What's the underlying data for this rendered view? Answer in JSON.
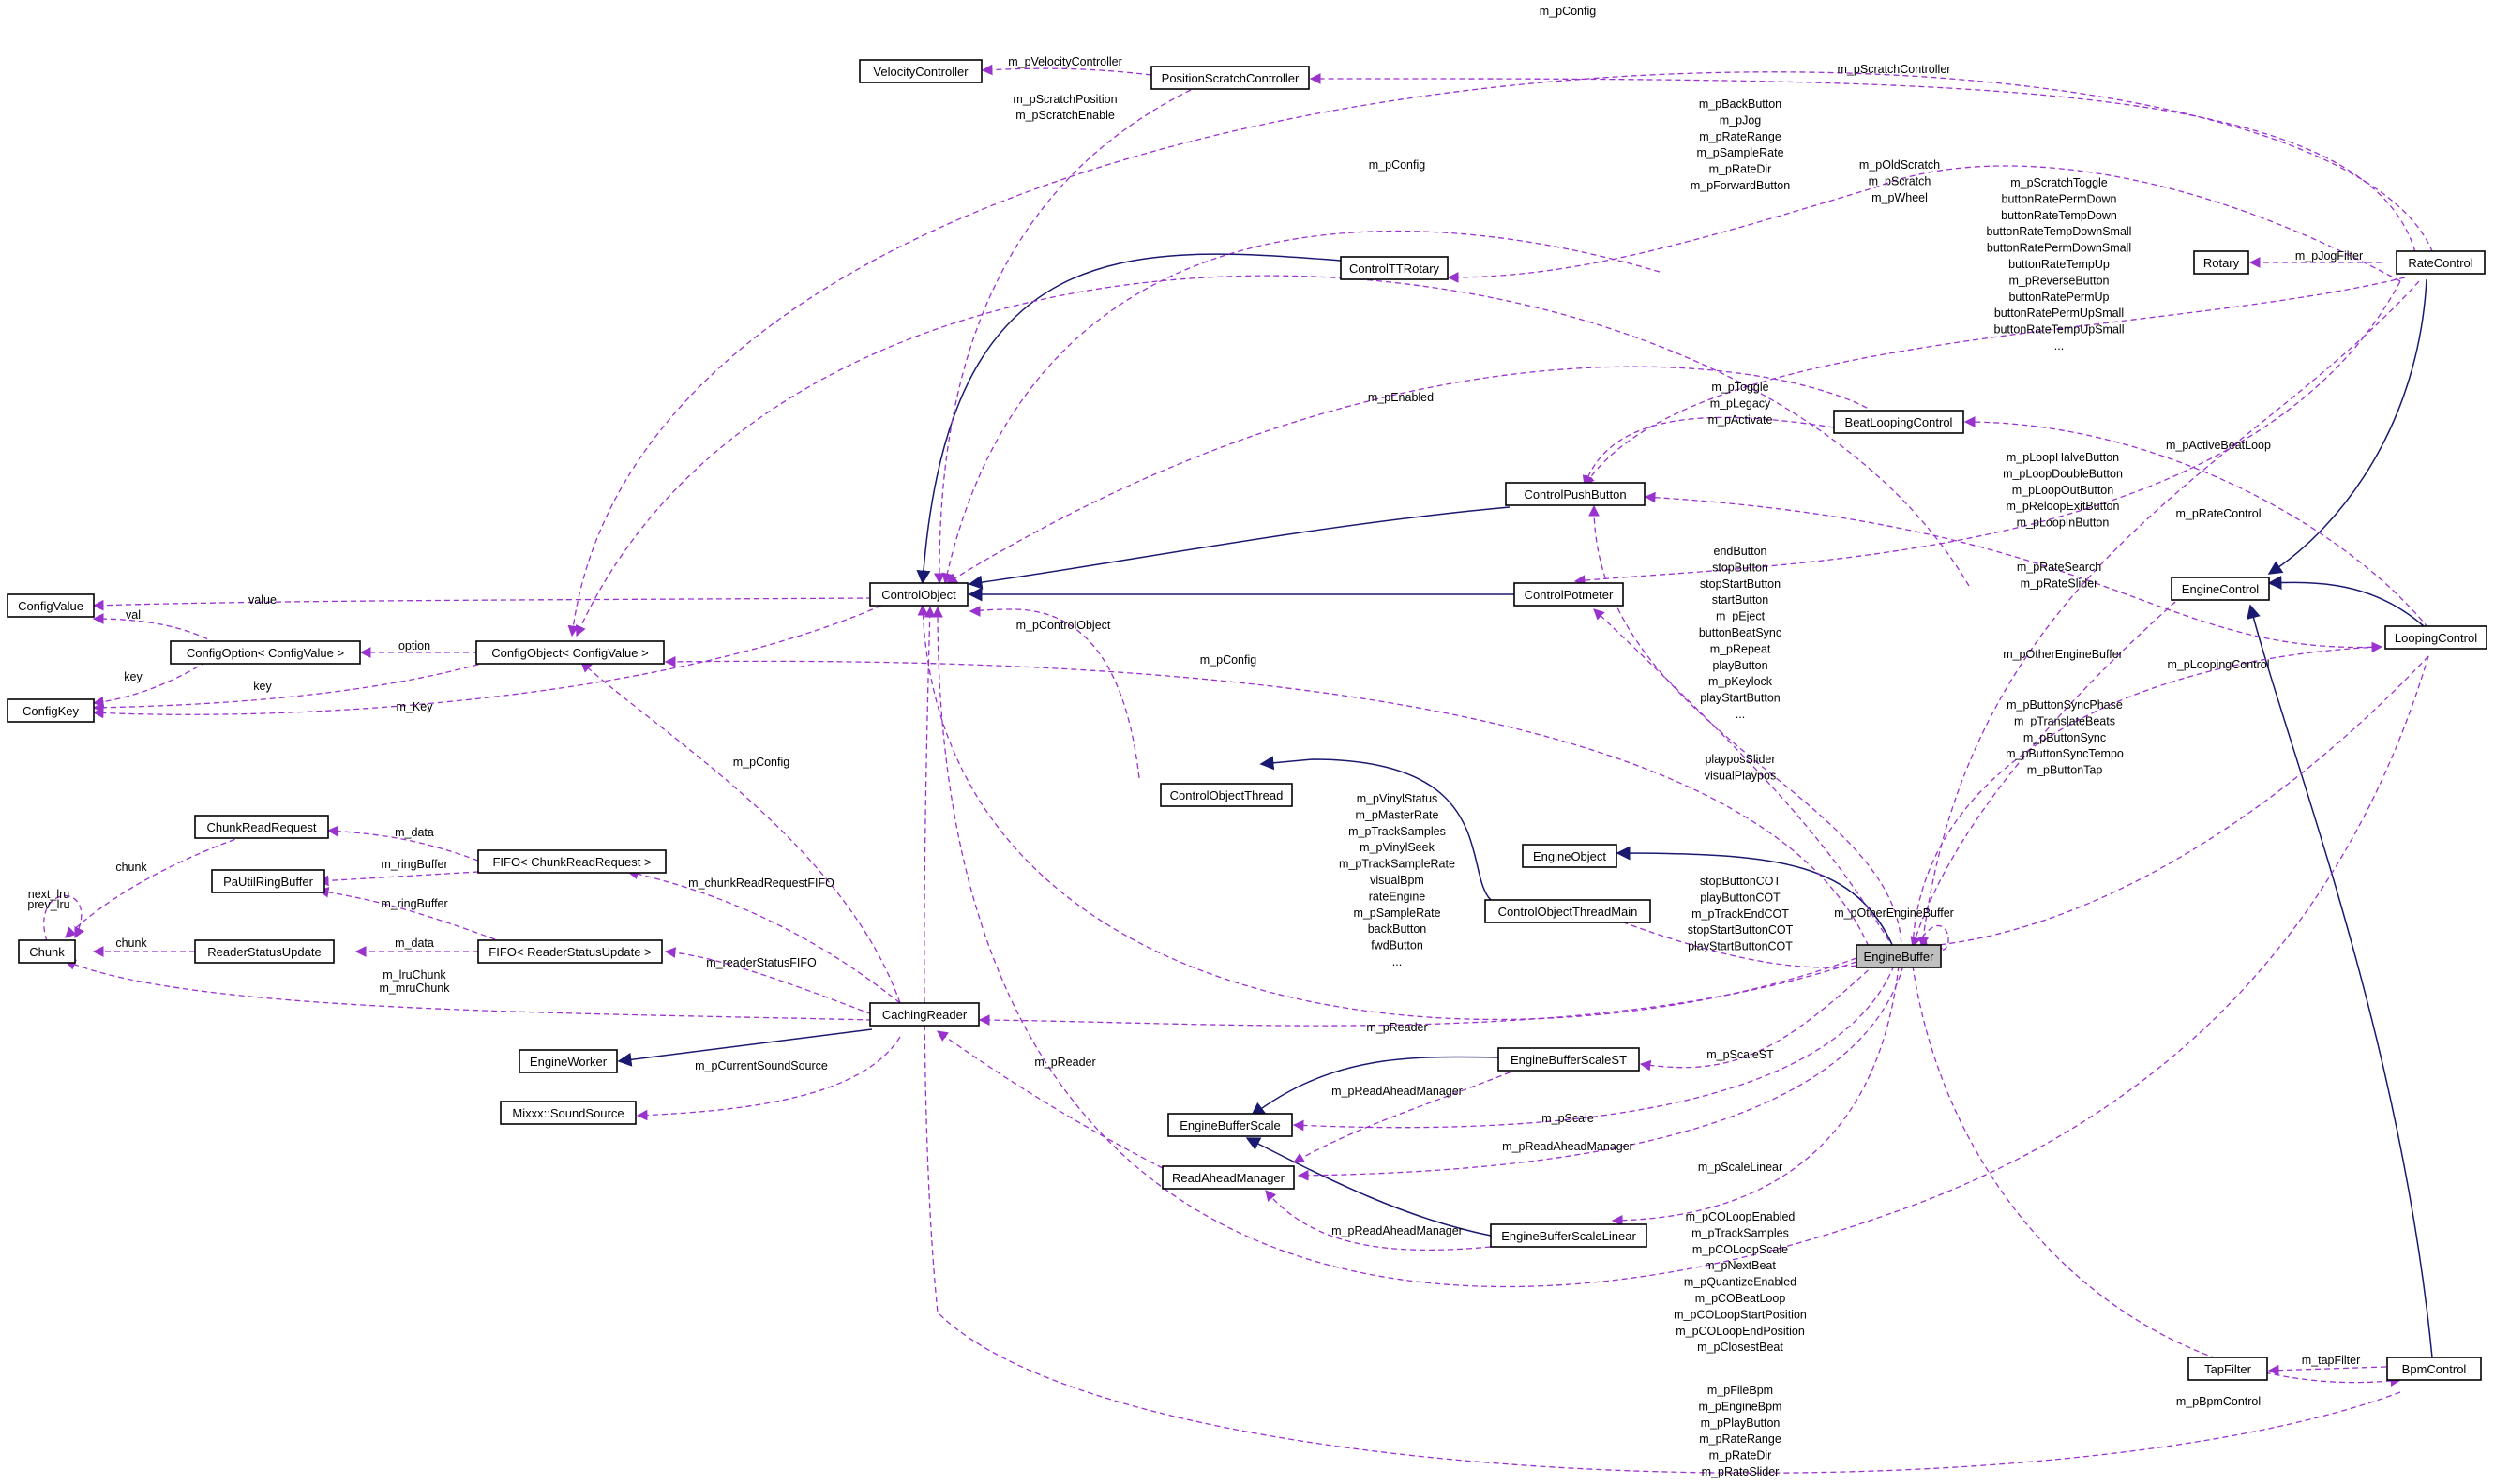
{
  "nodes": [
    {
      "id": "velocity",
      "label": "VelocityController"
    },
    {
      "id": "posscratch",
      "label": "PositionScratchController"
    },
    {
      "id": "ttrotary",
      "label": "ControlTTRotary"
    },
    {
      "id": "rotary",
      "label": "Rotary"
    },
    {
      "id": "ratecontrol",
      "label": "RateControl"
    },
    {
      "id": "beatloop",
      "label": "BeatLoopingControl"
    },
    {
      "id": "pushbutton",
      "label": "ControlPushButton"
    },
    {
      "id": "controlobject",
      "label": "ControlObject"
    },
    {
      "id": "potmeter",
      "label": "ControlPotmeter"
    },
    {
      "id": "enginecontrol",
      "label": "EngineControl"
    },
    {
      "id": "loopingcontrol",
      "label": "LoopingControl"
    },
    {
      "id": "configvalue",
      "label": "ConfigValue"
    },
    {
      "id": "configoption",
      "label": "ConfigOption< ConfigValue >"
    },
    {
      "id": "configobject",
      "label": "ConfigObject< ConfigValue >"
    },
    {
      "id": "configkey",
      "label": "ConfigKey"
    },
    {
      "id": "cothread",
      "label": "ControlObjectThread"
    },
    {
      "id": "chunkreadreq",
      "label": "ChunkReadRequest"
    },
    {
      "id": "fifochunk",
      "label": "FIFO< ChunkReadRequest >"
    },
    {
      "id": "paring",
      "label": "PaUtilRingBuffer"
    },
    {
      "id": "engineobject",
      "label": "EngineObject"
    },
    {
      "id": "cothreadmain",
      "label": "ControlObjectThreadMain"
    },
    {
      "id": "chunk",
      "label": "Chunk"
    },
    {
      "id": "rsupdate",
      "label": "ReaderStatusUpdate"
    },
    {
      "id": "fiforeader",
      "label": "FIFO< ReaderStatusUpdate >"
    },
    {
      "id": "enginebuffer",
      "label": "EngineBuffer"
    },
    {
      "id": "cachingreader",
      "label": "CachingReader"
    },
    {
      "id": "engineworker",
      "label": "EngineWorker"
    },
    {
      "id": "scalest",
      "label": "EngineBufferScaleST"
    },
    {
      "id": "soundsource",
      "label": "Mixxx::SoundSource"
    },
    {
      "id": "scale",
      "label": "EngineBufferScale"
    },
    {
      "id": "readahead",
      "label": "ReadAheadManager"
    },
    {
      "id": "scalelinear",
      "label": "EngineBufferScaleLinear"
    },
    {
      "id": "tapfilter",
      "label": "TapFilter"
    },
    {
      "id": "bpmcontrol",
      "label": "BpmControl"
    }
  ],
  "edge_labels": {
    "config_top": "m_pConfig",
    "scratch_controller": "m_pScratchController",
    "velocity_controller": "m_pVelocityController",
    "scratch_pos": [
      "m_pScratchPosition",
      "m_pScratchEnable"
    ],
    "ttrotary_members": [
      "m_pBackButton",
      "m_pJog",
      "m_pRateRange",
      "m_pSampleRate",
      "m_pRateDir",
      "m_pForwardButton"
    ],
    "config_mid": "m_pConfig",
    "old_scratch": [
      "m_pOldScratch",
      "m_pScratch",
      "m_pWheel"
    ],
    "rate_buttons": [
      "m_pScratchToggle",
      "buttonRatePermDown",
      "buttonRateTempDown",
      "buttonRateTempDownSmall",
      "buttonRatePermDownSmall",
      "buttonRateTempUp",
      "m_pReverseButton",
      "buttonRatePermUp",
      "buttonRatePermUpSmall",
      "buttonRateTempUpSmall",
      "..."
    ],
    "jog_filter": "m_pJogFilter",
    "enabled": "m_pEnabled",
    "toggle": [
      "m_pToggle",
      "m_pLegacy",
      "m_pActivate"
    ],
    "active_beatloop": "m_pActiveBeatLoop",
    "loop_buttons": [
      "m_pLoopHalveButton",
      "m_pLoopDoubleButton",
      "m_pLoopOutButton",
      "m_pReloopExitButton",
      "m_pLoopInButton"
    ],
    "rate_control": "m_pRateControl",
    "rate_search": [
      "m_pRateSearch",
      "m_pRateSlider"
    ],
    "value": "value",
    "val": "val",
    "option": "option",
    "key1": "key",
    "key2": "key",
    "m_key": "m_Key",
    "control_object": "m_pControlObject",
    "engine_buttons": [
      "endButton",
      "stopButton",
      "stopStartButton",
      "startButton",
      "m_pEject",
      "buttonBeatSync",
      "m_pRepeat",
      "playButton",
      "m_pKeylock",
      "playStartButton",
      "..."
    ],
    "other_engine_buffer": "m_pOtherEngineBuffer",
    "config_low": "m_pConfig",
    "looping_control": "m_pLoopingControl",
    "sync": [
      "m_pButtonSyncPhase",
      "m_pTranslateBeats",
      "m_pButtonSync",
      "m_pButtonSyncTempo",
      "m_pButtonTap"
    ],
    "playpos": [
      "playposSlider",
      "visualPlaypos"
    ],
    "config_cache": "m_pConfig",
    "chunk1": "chunk",
    "m_data1": "m_data",
    "ringbuffer1": "m_ringBuffer",
    "chunk_fifo": "m_chunkReadRequestFIFO",
    "vinyl": [
      "m_pVinylStatus",
      "m_pMasterRate",
      "m_pTrackSamples",
      "m_pVinylSeek",
      "m_pTrackSampleRate",
      "visualBpm",
      "rateEngine",
      "m_pSampleRate",
      "backButton",
      "fwdButton",
      "..."
    ],
    "lru": [
      "next_lru",
      "prev_lru"
    ],
    "ringbuffer2": "m_ringBuffer",
    "chunk2": "chunk",
    "m_data2": "m_data",
    "reader_status": "m_readerStatusFIFO",
    "mru": [
      "m_lruChunk",
      "m_mruChunk"
    ],
    "other_self": "m_pOtherEngineBuffer",
    "cot": [
      "stopButtonCOT",
      "playButtonCOT",
      "m_pTrackEndCOT",
      "stopStartButtonCOT",
      "playStartButtonCOT"
    ],
    "reader1": "m_pReader",
    "sound_source": "m_pCurrentSoundSource",
    "reader2": "m_pReader",
    "scale_st": "m_pScaleST",
    "readahead1": "m_pReadAheadManager",
    "scale": "m_pScale",
    "readahead2": "m_pReadAheadManager",
    "scale_linear": "m_pScaleLinear",
    "readahead3": "m_pReadAheadManager",
    "co_loop": [
      "m_pCOLoopEnabled",
      "m_pTrackSamples",
      "m_pCOLoopScale",
      "m_pNextBeat",
      "m_pQuantizeEnabled",
      "m_pCOBeatLoop",
      "m_pCOLoopStartPosition",
      "m_pCOLoopEndPosition",
      "m_pClosestBeat"
    ],
    "tap_filter": "m_tapFilter",
    "bpm_control": "m_pBpmControl",
    "file_bpm": [
      "m_pFileBpm",
      "m_pEngineBpm",
      "m_pPlayButton",
      "m_pRateRange",
      "m_pRateDir",
      "m_pRateSlider"
    ]
  },
  "colors": {
    "usage_edge": "#9a32cd",
    "inheritance_edge": "#191970",
    "focus_node_fill": "#bfbfbf",
    "node_fill": "#ffffff"
  }
}
